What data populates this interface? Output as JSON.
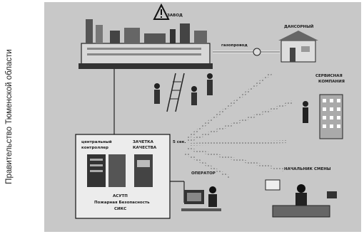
{
  "side_caption": "Правительство Тюменской области",
  "scheme": {
    "factory_label": "ЗАВОД",
    "pipeline_label": "газопровод",
    "consumer_label": "ДАНСОРНЫЙ",
    "service_label_1": "СЕРВИСНАЯ",
    "service_label_2": "КОМПАНИЯ",
    "controller_label_1": "центральный",
    "controller_label_2": "контроллер",
    "quality_label_1": "ЗАЧЕТКА",
    "quality_label_2": "КАЧЕСТВА",
    "timer_label": "5 сек.",
    "operator_label": "ОПЕРАТОР",
    "manager_label": "НАЧАЛЬНИК СМЕНЫ",
    "system_label_1": "АСУТП",
    "system_label_2": "Пожарная Безопасность",
    "system_label_3": "СИКС",
    "warning_icon": "warning-triangle-icon"
  }
}
